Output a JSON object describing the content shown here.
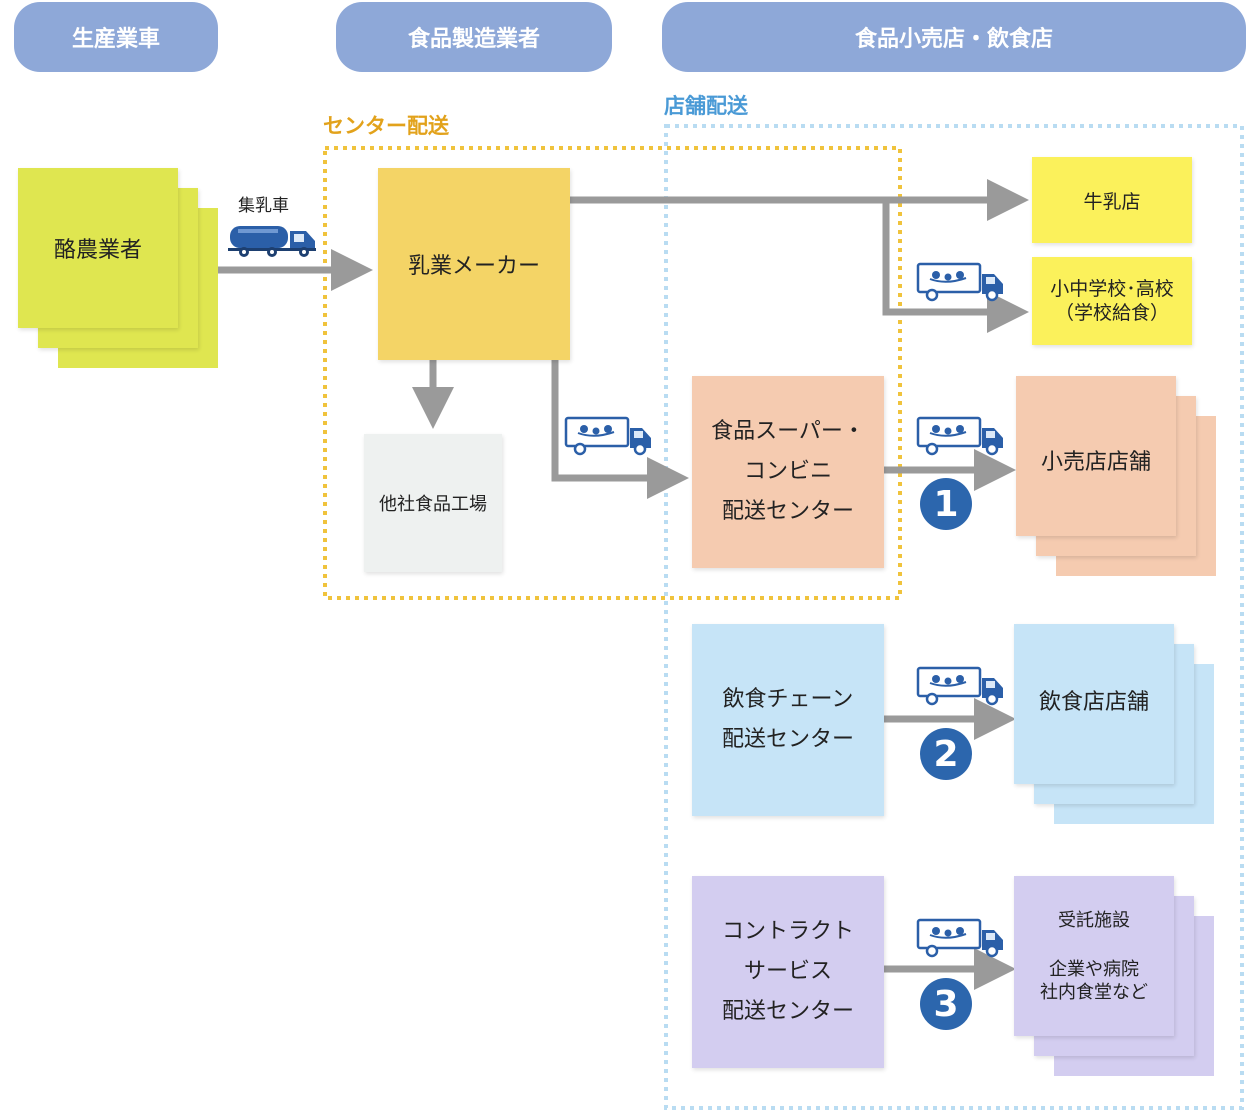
{
  "headers": {
    "producers": "生産業車",
    "manufacturers": "食品製造業者",
    "retail": "食品小売店・飲食店"
  },
  "zones": {
    "center_delivery": "センター配送",
    "store_delivery": "店舗配送"
  },
  "nodes": {
    "dairy_farmers": "酪農業者",
    "milk_collection_truck": "集乳車",
    "dairy_maker": "乳業メーカー",
    "other_factory": "他社食品工場",
    "milk_shop": "牛乳店",
    "schools": "小中学校･高校\n（学校給食）",
    "supermarket_center": "食品スーパー・\nコンビニ\n配送センター",
    "retail_stores": "小売店店舗",
    "restaurant_center": "飲食チェーン\n配送センター",
    "restaurant_stores": "飲食店店舗",
    "contract_center": "コントラクト\nサービス\n配送センター",
    "contract_facility_title": "受託施設",
    "contract_facility_desc": "企業や病院\n社内食堂など"
  },
  "routes": [
    "1",
    "2",
    "3"
  ],
  "icons": {
    "delivery_truck": "delivery-truck-icon",
    "tanker_truck": "milk-tanker-truck-icon"
  },
  "colors": {
    "header": "#8ea8d8",
    "farmer": "#dfe650",
    "maker": "#f4d466",
    "factory": "#eef1f0",
    "shop": "#fbf15b",
    "retail": "#f5cbb0",
    "restaurant": "#c6e4f7",
    "contract": "#d3cdf0",
    "arrow": "#9a9a9a",
    "center_zone": "#f0c33c",
    "store_zone": "#b9dcf2",
    "badge": "#2c66ad"
  }
}
